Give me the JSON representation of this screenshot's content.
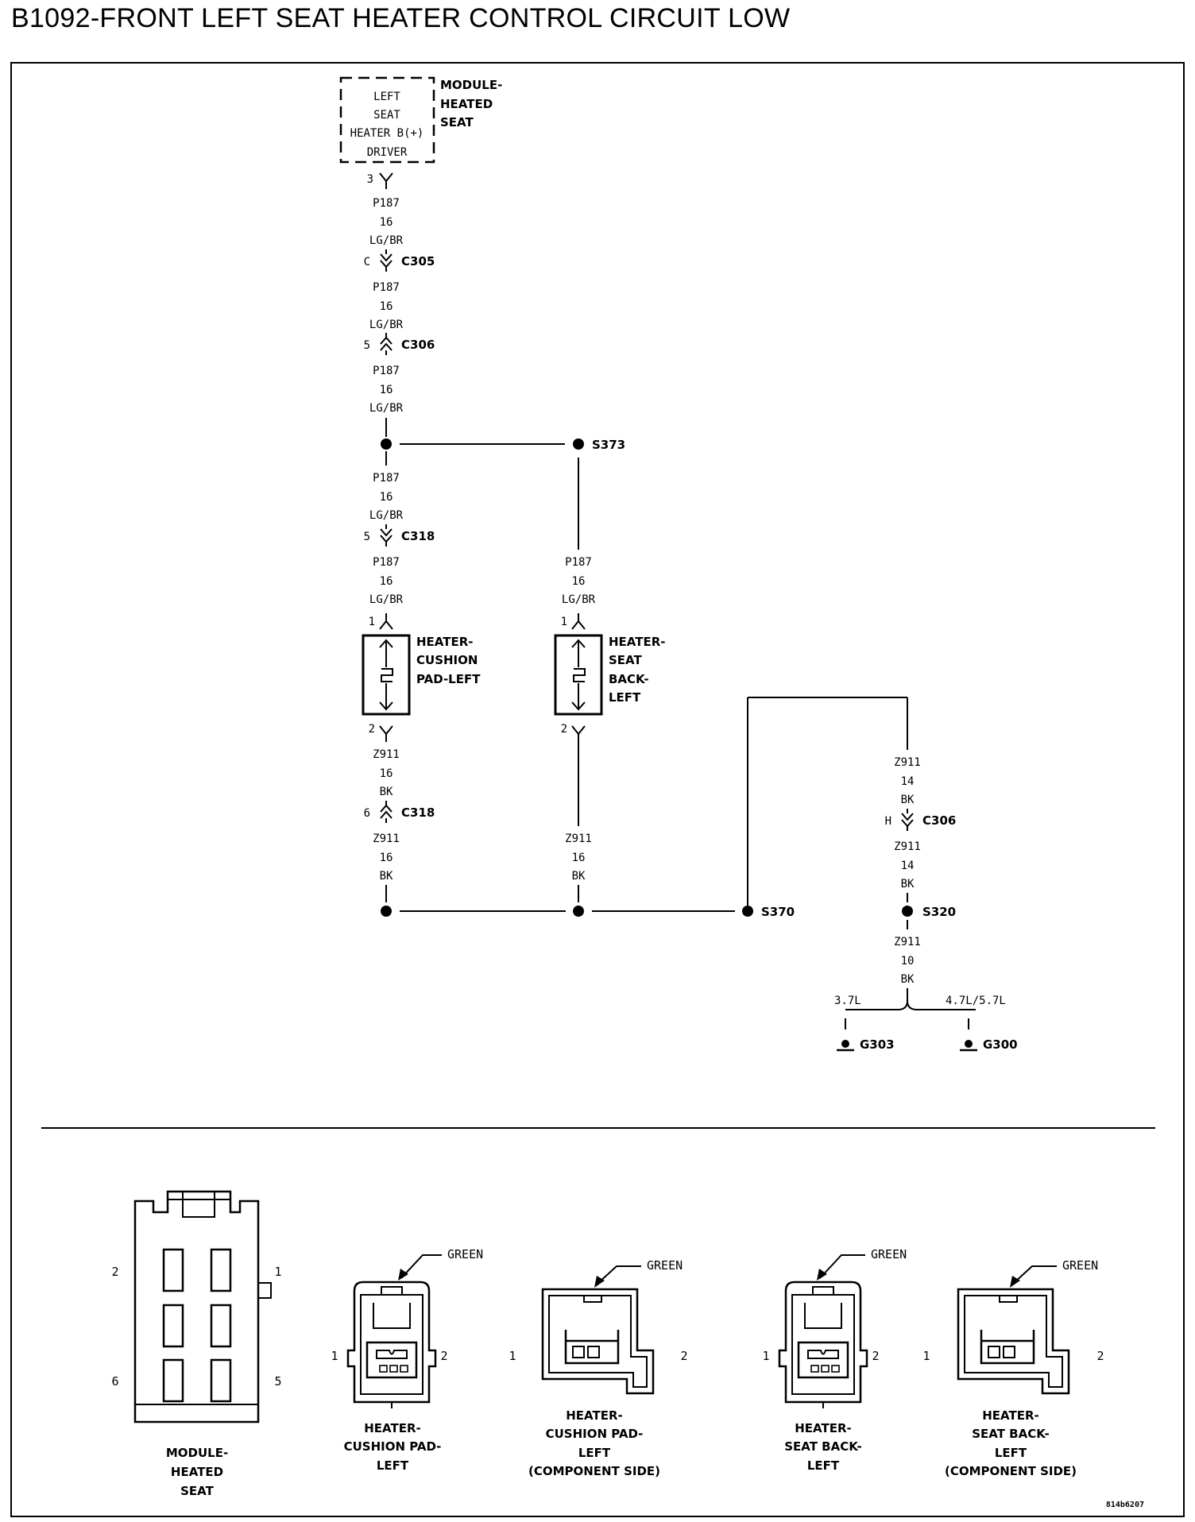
{
  "title": "B1092-FRONT LEFT SEAT HEATER CONTROL CIRCUIT LOW",
  "module": {
    "inner": [
      "LEFT",
      "SEAT",
      "HEATER B(+)",
      "DRIVER"
    ],
    "name": [
      "MODULE-",
      "HEATED",
      "SEAT"
    ],
    "pin": "3"
  },
  "left_branch": {
    "seg1": [
      "P187",
      "16",
      "LG/BR"
    ],
    "c305": {
      "pin": "C",
      "name": "C305"
    },
    "seg2": [
      "P187",
      "16",
      "LG/BR"
    ],
    "c306a": {
      "pin": "5",
      "name": "C306"
    },
    "seg3": [
      "P187",
      "16",
      "LG/BR"
    ],
    "seg4": [
      "P187",
      "16",
      "LG/BR"
    ],
    "c318a": {
      "pin": "5",
      "name": "C318"
    },
    "seg5": [
      "P187",
      "16",
      "LG/BR"
    ],
    "heater_pin_top": "1",
    "heater_pin_bottom": "2",
    "heater_name": [
      "HEATER-",
      "CUSHION",
      "PAD-LEFT"
    ],
    "seg6": [
      "Z911",
      "16",
      "BK"
    ],
    "c318b": {
      "pin": "6",
      "name": "C318"
    },
    "seg7": [
      "Z911",
      "16",
      "BK"
    ]
  },
  "right_branch": {
    "splice": "S373",
    "seg1": [
      "P187",
      "16",
      "LG/BR"
    ],
    "heater_pin_top": "1",
    "heater_pin_bottom": "2",
    "heater_name": [
      "HEATER-",
      "SEAT",
      "BACK-",
      "LEFT"
    ],
    "seg2": [
      "Z911",
      "16",
      "BK"
    ]
  },
  "ground": {
    "splice_s370": "S370",
    "seg1": [
      "Z911",
      "14",
      "BK"
    ],
    "c306b": {
      "pin": "H",
      "name": "C306"
    },
    "seg2": [
      "Z911",
      "14",
      "BK"
    ],
    "splice_s320": "S320",
    "seg3": [
      "Z911",
      "10",
      "BK"
    ],
    "opt_left": "3.7L",
    "opt_right": "4.7L/5.7L",
    "g303": "G303",
    "g300": "G300"
  },
  "connectors": [
    {
      "label": [
        "MODULE-",
        "HEATED",
        "SEAT"
      ],
      "pins": [
        "2",
        "1",
        "6",
        "5"
      ]
    },
    {
      "label": [
        "HEATER-",
        "CUSHION PAD-",
        "LEFT"
      ],
      "color": "GREEN",
      "pins": [
        "1",
        "2"
      ]
    },
    {
      "label": [
        "HEATER-",
        "CUSHION PAD-",
        "LEFT",
        "(COMPONENT SIDE)"
      ],
      "color": "GREEN",
      "pins": [
        "1",
        "2"
      ]
    },
    {
      "label": [
        "HEATER-",
        "SEAT BACK-",
        "LEFT"
      ],
      "color": "GREEN",
      "pins": [
        "1",
        "2"
      ]
    },
    {
      "label": [
        "HEATER-",
        "SEAT BACK-",
        "LEFT",
        "(COMPONENT SIDE)"
      ],
      "color": "GREEN",
      "pins": [
        "1",
        "2"
      ]
    }
  ],
  "ref_code": "814b6207"
}
